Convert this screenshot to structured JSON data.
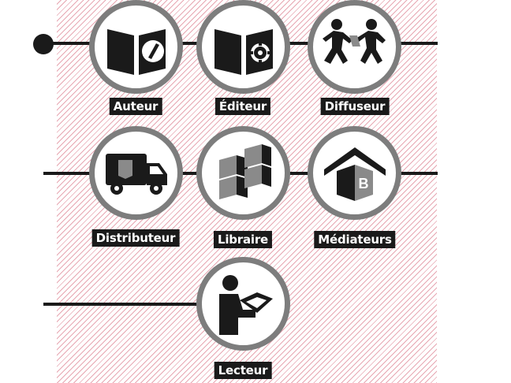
{
  "background": "#ffffff",
  "hatch_color": "#e7a7b2",
  "node_ring_color": "#7d7d7d",
  "line_color": "#1a1a1a",
  "nodes": [
    {
      "id": "auteur",
      "label": "Auteur",
      "icon": "book-pen-icon"
    },
    {
      "id": "editeur",
      "label": "Éditeur",
      "icon": "book-gear-icon"
    },
    {
      "id": "diffuseur",
      "label": "Diffuseur",
      "icon": "runners-passing-book-icon"
    },
    {
      "id": "distributeur",
      "label": "Distributeur",
      "icon": "delivery-truck-icon"
    },
    {
      "id": "libraire",
      "label": "Libraire",
      "icon": "stacked-books-icon"
    },
    {
      "id": "mediateurs",
      "label": "Médiateurs",
      "icon": "library-house-icon"
    },
    {
      "id": "lecteur",
      "label": "Lecteur",
      "icon": "person-reading-icon"
    }
  ]
}
